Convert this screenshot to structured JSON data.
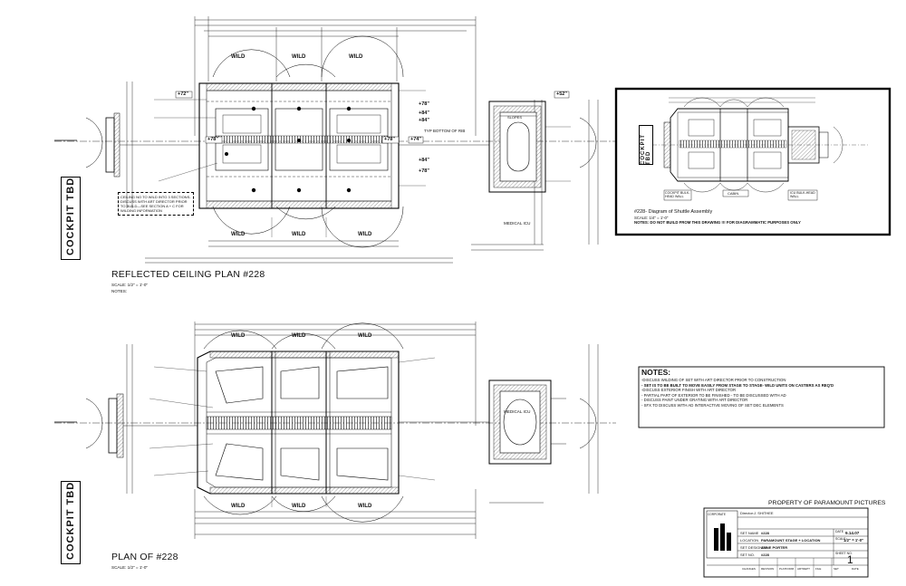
{
  "plans": {
    "rcp_title": "REFLECTED CEILING PLAN #228",
    "rcp_scale": "SCALE: 1/2\" = 1'-0\"",
    "rcp_notes": "NOTES:",
    "plan_title": "PLAN OF #228",
    "plan_scale": "SCALE: 1/2\" = 1'-0\"",
    "cockpit_top": "COCKPIT TBD",
    "cockpit_bottom": "COCKPIT TBD",
    "wild": "WILD",
    "medical_icu": "MEDICAL ICU",
    "slopes": "SLOPES",
    "typ_bottom_rib": "TYP BOTTOM OF RIB",
    "ceiling_note": "CEILING NO TO WILD INTO 3 SECTIONS- DISCUSS WITH ART DIRECTOR PRIOR TO BUILD—SEE SECTION A + C FOR WILDING INFORMATION",
    "heights": [
      "+78\"",
      "+84\"",
      "+84\"",
      "+84\"",
      "+78\"",
      "+72\"",
      "+76\"",
      "+74\"",
      "+52\""
    ]
  },
  "inset": {
    "caption": "#228- Diagram of Shuttle Assembly",
    "scale": "SCALE: 1/4\" = 1'-0\"",
    "note": "NOTES: DO NOT BUILD FROM THIS DRAWING !!! FOR DIAGRAMMATIC PURPOSES ONLY",
    "cockpit": "COCKPIT TBD",
    "labels": [
      "COCKPIT BULK-HEAD WALL",
      "CABIN",
      "ICU BULK-HEAD WALL"
    ]
  },
  "notes": {
    "title": "NOTES:",
    "lines": [
      "-DISCUSS WILDING OF SET WITH ART DIRECTOR PRIOR TO CONSTRUCTION",
      "- SET IS TO BE BUILT TO MOVE EASILY FROM STAGE TO STAGE- WILD UNITS ON CASTERS AS REQ'D",
      "-DISCUSS EXTERIOR FINISH WITH ART DIRECTOR",
      "- PARTIAL PART OF EXTERIOR TO BE FINISHED - TO BE DISCUSSED WITH AD",
      "- DISCUSS PAINT UNDER GRATING WITH ART DIRECTOR",
      "- SFX TO DISCUSS WITH AD INTERACTIVE MOVING OF SET DEC ELEMENTS"
    ]
  },
  "title_block": {
    "property": "PROPERTY OF PARAMOUNT PICTURES",
    "director_label": "Director:",
    "director": "J. SHITHEE",
    "set_name_label": "SET NAME",
    "set_name": "#228",
    "location_label": "LOCATION",
    "location": "PARAMOUNT STAGE + LOCATION",
    "set_designer_label": "SET DESIGNER",
    "set_designer": "ANNE PORTER",
    "set_no_label": "SET NO.",
    "set_no": "#228",
    "date_label": "DATE",
    "date": "9.14.07",
    "scale_label": "SCALE",
    "scale": "1/2\" = 1'-0\"",
    "sheet_label": "SHEET NO.",
    "sheet": "1",
    "logo": "CORPORATE",
    "revisions": [
      "CHANGES",
      "REVISION",
      "PLATFORM",
      "ARTDEPT",
      "FILE",
      "SET",
      "DATE"
    ]
  }
}
